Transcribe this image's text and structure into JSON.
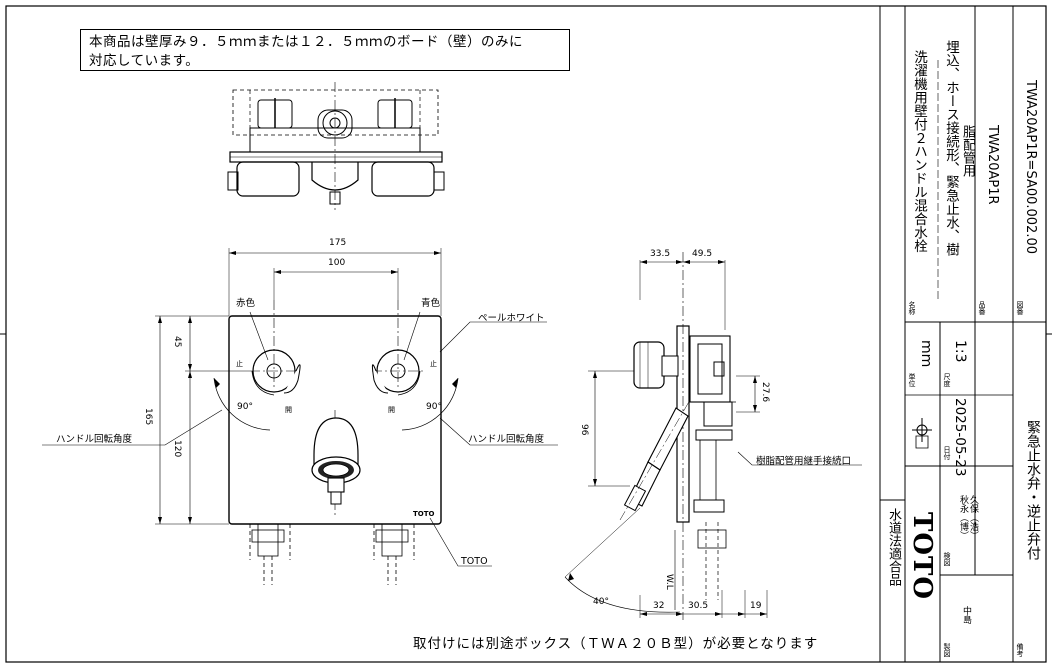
{
  "notes": {
    "top_line1": "本商品は壁厚み９．５ｍｍまたは１２．５ｍｍのボード（壁）のみに",
    "top_line2": "対応しています。",
    "bottom": "取付けには別途ボックス（ＴＷＡ２０Ｂ型）が必要となります"
  },
  "dimensions": {
    "w175": "175",
    "w100": "100",
    "h165": "165",
    "h120": "120",
    "h45": "45",
    "s33_5": "33.5",
    "s49_5": "49.5",
    "s96": "96",
    "s27_6": "27.6",
    "s32": "32",
    "s30_5": "30.5",
    "s19": "19",
    "wl": "W.L",
    "deg90a": "90°",
    "deg90b": "90°",
    "deg40": "40°"
  },
  "labels": {
    "red": "赤色",
    "blue": "青色",
    "pale_white": "ペールホワイト",
    "handle_angle_left": "ハンドル回転角度",
    "handle_angle_right": "ハンドル回転角度",
    "toto_mark": "TOTO",
    "toto_brand_small": "TOTO",
    "resin_pipe": "樹脂配管用継手接続口",
    "stop_left": "止",
    "stop_right": "止",
    "open_left": "開",
    "open_right": "開"
  },
  "title_block": {
    "name_label": "名称",
    "name_line1": "洗濯機用壁付２ハンドル混合水栓",
    "name_line2": "埋込、ホース接続形、緊急止水、樹",
    "name_line3": "脂配管用",
    "part_label": "品番",
    "part_no": "TWA20AP1R",
    "drawing_label": "図番",
    "drawing_no": "TWA20AP1R=SA00.002.00",
    "unit_label": "単位",
    "unit": "mm",
    "scale_label": "尺度",
    "scale": "1:3",
    "date_label": "日付",
    "date": "2025-05-23",
    "check_label": "検図",
    "checker1": "秋永（博）",
    "checker2": "久保（浩）",
    "draft_label": "製図",
    "drafter": "中島",
    "remarks_label": "備考",
    "remarks": "緊急止水弁・逆止弁付",
    "certification": "水道法適合品",
    "brand": "TOTO"
  }
}
